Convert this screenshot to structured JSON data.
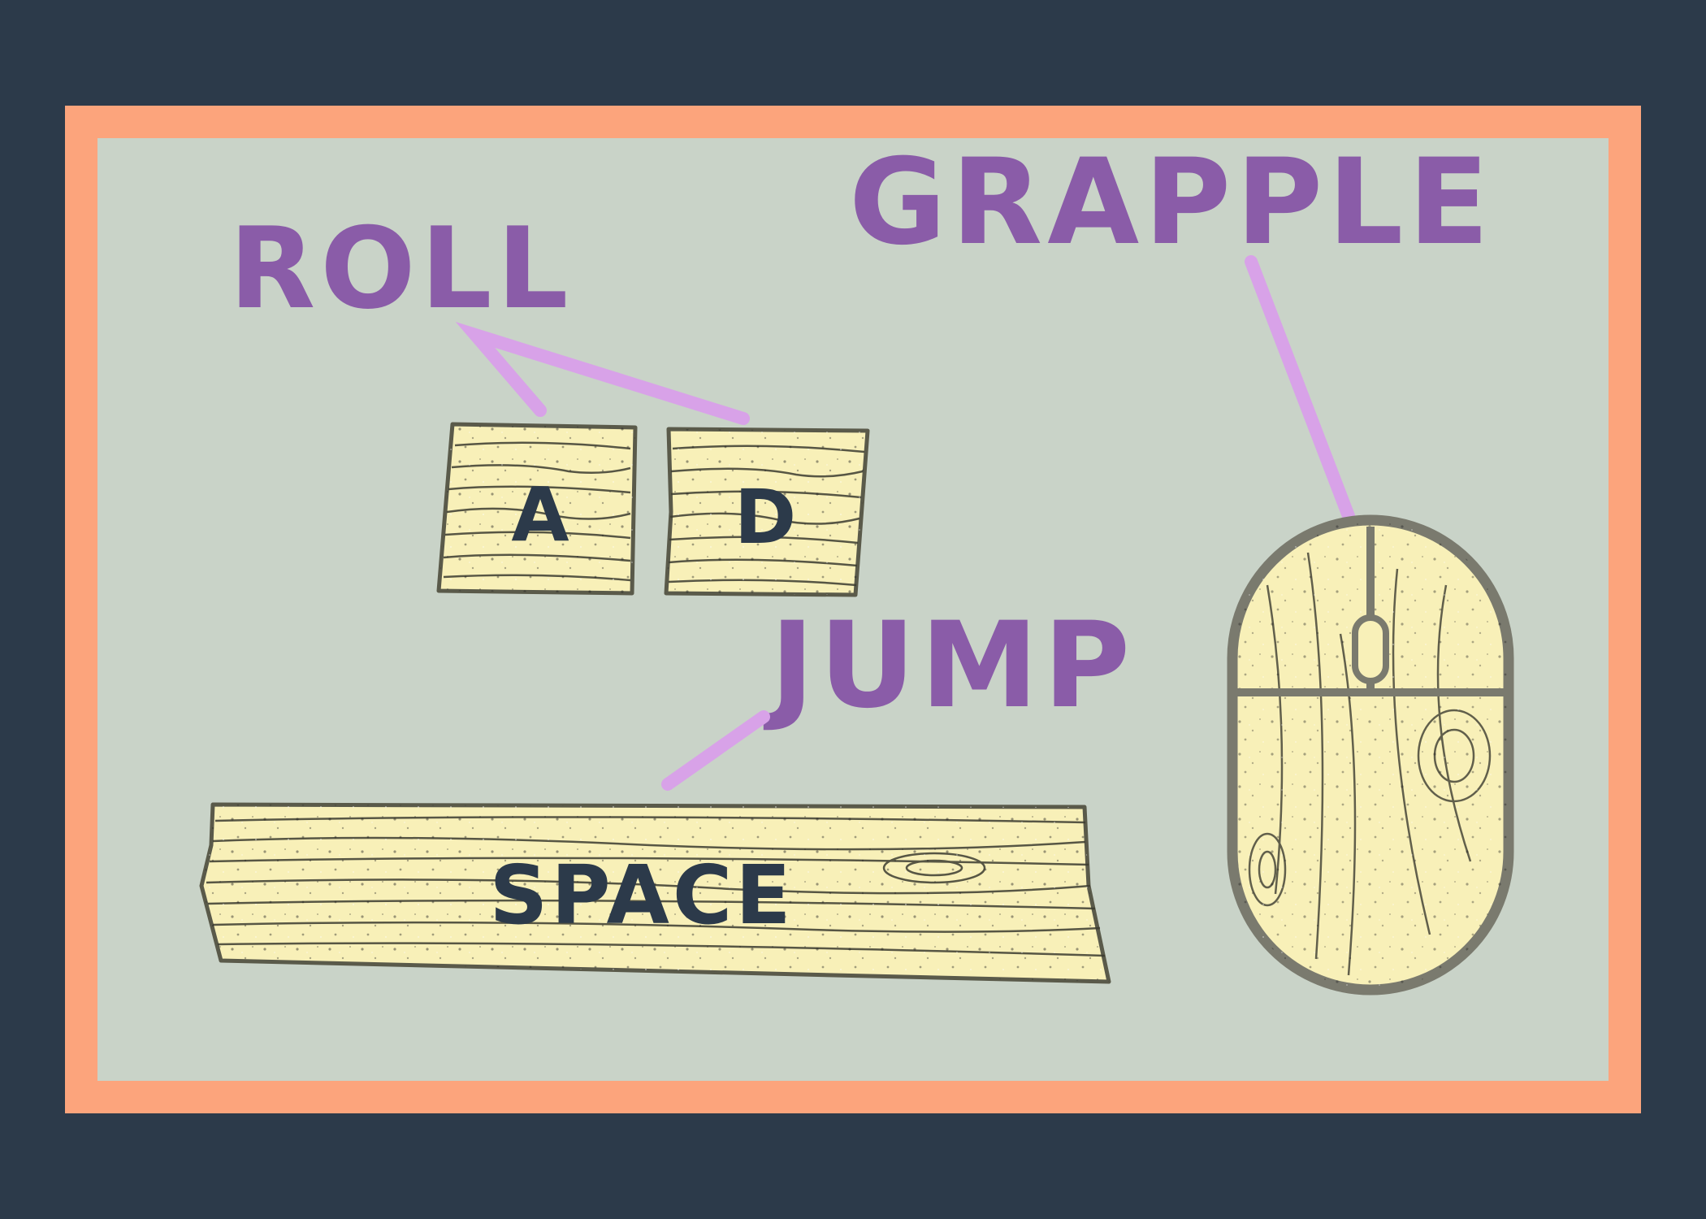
{
  "controls": {
    "roll": {
      "label": "ROLL",
      "keys": [
        "A",
        "D"
      ]
    },
    "jump": {
      "label": "JUMP",
      "key": "SPACE"
    },
    "grapple": {
      "label": "GRAPPLE",
      "input_icon": "mouse-icon"
    }
  },
  "colors": {
    "background": "#2c3a4a",
    "frame_border": "#fca47c",
    "panel": "#c9d3c8",
    "label": "#8a5ca8",
    "pointer_line": "#d8a2e8",
    "wood": "#f8f0b8",
    "wood_outline": "#5a5a4a",
    "key_text": "#2c3a4a"
  }
}
